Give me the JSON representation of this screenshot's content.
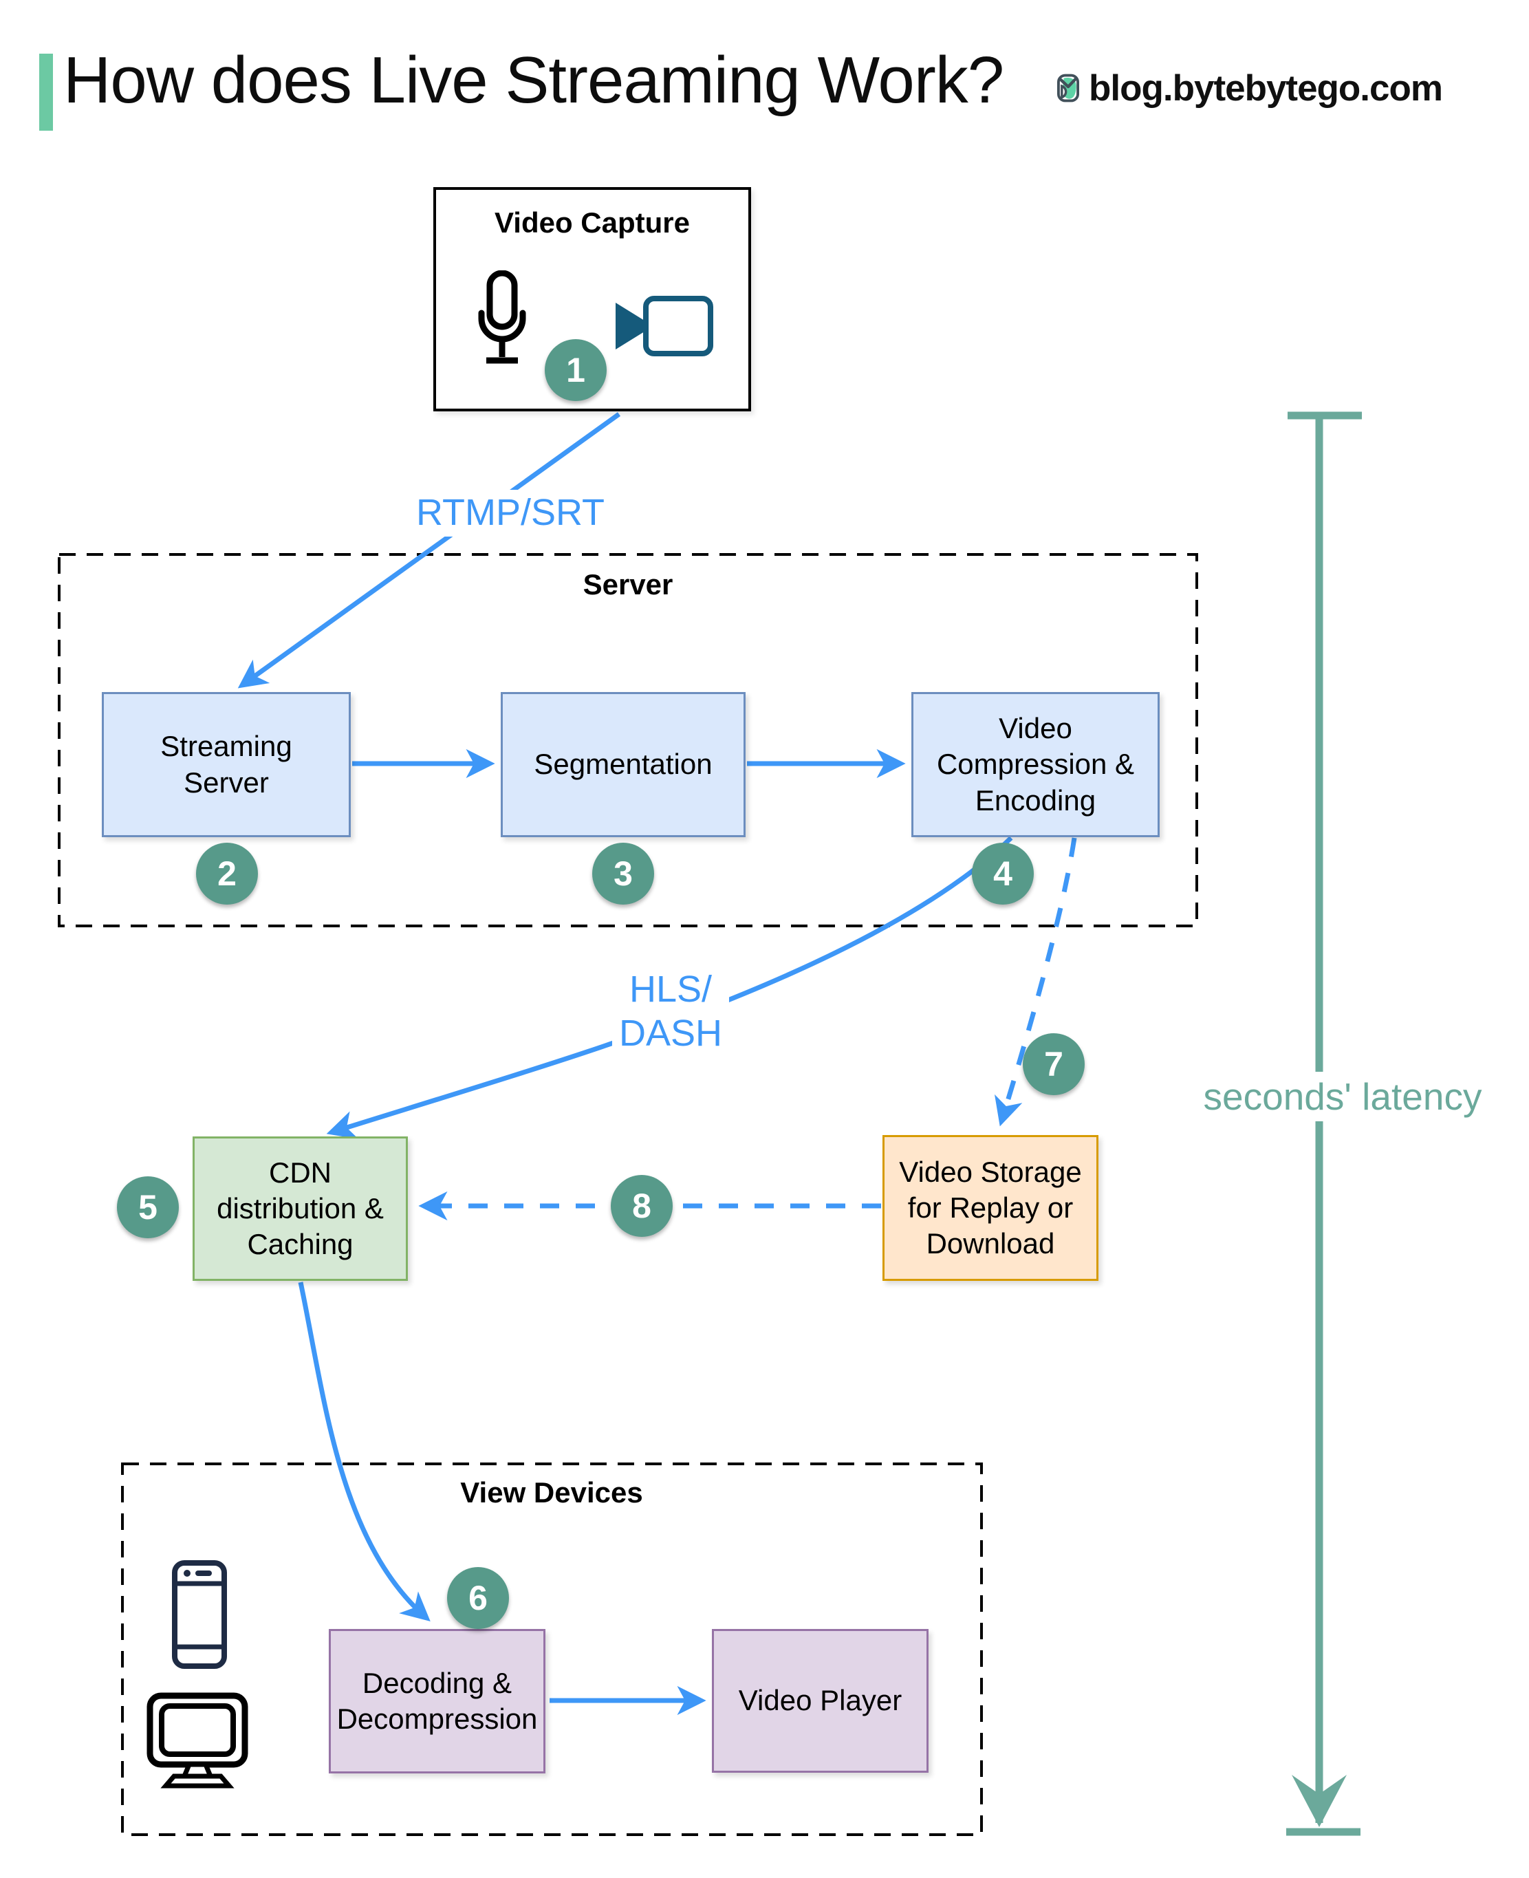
{
  "header": {
    "title": "How does Live Streaming Work?",
    "site": "blog.bytebytego.com",
    "accent_bar_color": "#6cc9a3"
  },
  "icons": {
    "logo": "bytebytego-logo",
    "microphone": "microphone-icon",
    "camera": "video-camera-icon",
    "smartphone": "smartphone-icon",
    "monitor": "desktop-monitor-icon"
  },
  "colors": {
    "arrow_blue": "#3e97f7",
    "latency_teal": "#6ba99b",
    "step_badge_green": "#579a8a",
    "box_blue_fill": "#dae8fc",
    "box_blue_border": "#6c8ebf",
    "box_green_fill": "#d5e8d4",
    "box_green_border": "#82b366",
    "box_orange_fill": "#ffe6cc",
    "box_orange_border": "#d79b00",
    "box_purple_fill": "#e1d5e7",
    "box_purple_border": "#9673a6"
  },
  "diagram": {
    "video_capture": {
      "title": "Video Capture",
      "step": "1"
    },
    "protocol_label": "RTMP/SRT",
    "server_group": {
      "title": "Server"
    },
    "streaming_server": {
      "label": "Streaming Server",
      "step": "2"
    },
    "segmentation": {
      "label": "Segmentation",
      "step": "3"
    },
    "compression": {
      "label": "Video Compression & Encoding",
      "step": "4"
    },
    "stream_label_line1": "HLS/",
    "stream_label_line2": "DASH",
    "cdn": {
      "label": "CDN distribution & Caching",
      "step": "5"
    },
    "storage": {
      "label": "Video Storage for Replay or Download",
      "step": "7"
    },
    "replay_step": "8",
    "view_devices_group": {
      "title": "View Devices"
    },
    "decoding": {
      "label": "Decoding & Decompression",
      "step": "6"
    },
    "player": {
      "label": "Video Player"
    },
    "latency_label": "seconds' latency"
  }
}
